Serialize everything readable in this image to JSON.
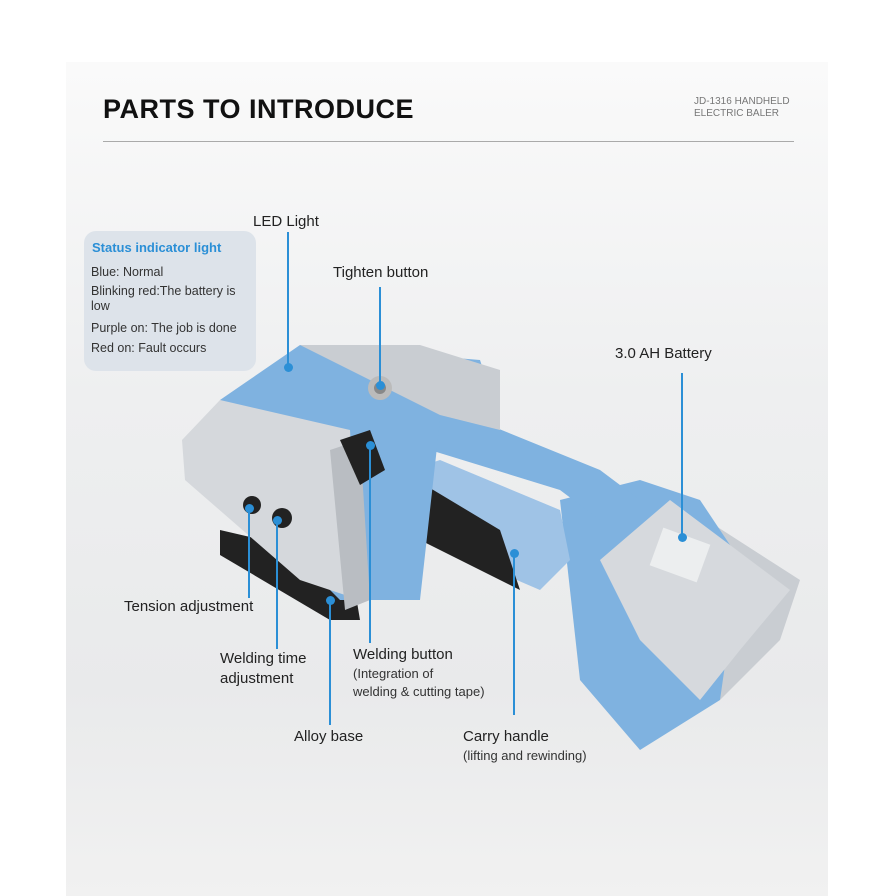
{
  "header": {
    "title": "PARTS TO INTRODUCE",
    "subtitle_line1": "JD-1316 HANDHELD",
    "subtitle_line2": "ELECTRIC BALER"
  },
  "status_panel": {
    "title": "Status indicator light",
    "items": [
      "Blue: Normal",
      "Blinking red:The battery is low",
      "Purple on: The job is done",
      "Red on: Fault occurs"
    ]
  },
  "callouts": {
    "led_light": "LED Light",
    "tighten_button": "Tighten button",
    "battery": "3.0 AH Battery",
    "tension_adjustment": "Tension adjustment",
    "welding_time_line1": "Welding time",
    "welding_time_line2": "adjustment",
    "welding_button": "Welding button",
    "welding_button_note1": "(Integration of",
    "welding_button_note2": "welding & cutting tape)",
    "alloy_base": "Alloy base",
    "carry_handle": "Carry handle",
    "carry_handle_note": "(lifting and rewinding)"
  },
  "colors": {
    "accent": "#2b8fd6",
    "body": "#7fb2e0"
  }
}
